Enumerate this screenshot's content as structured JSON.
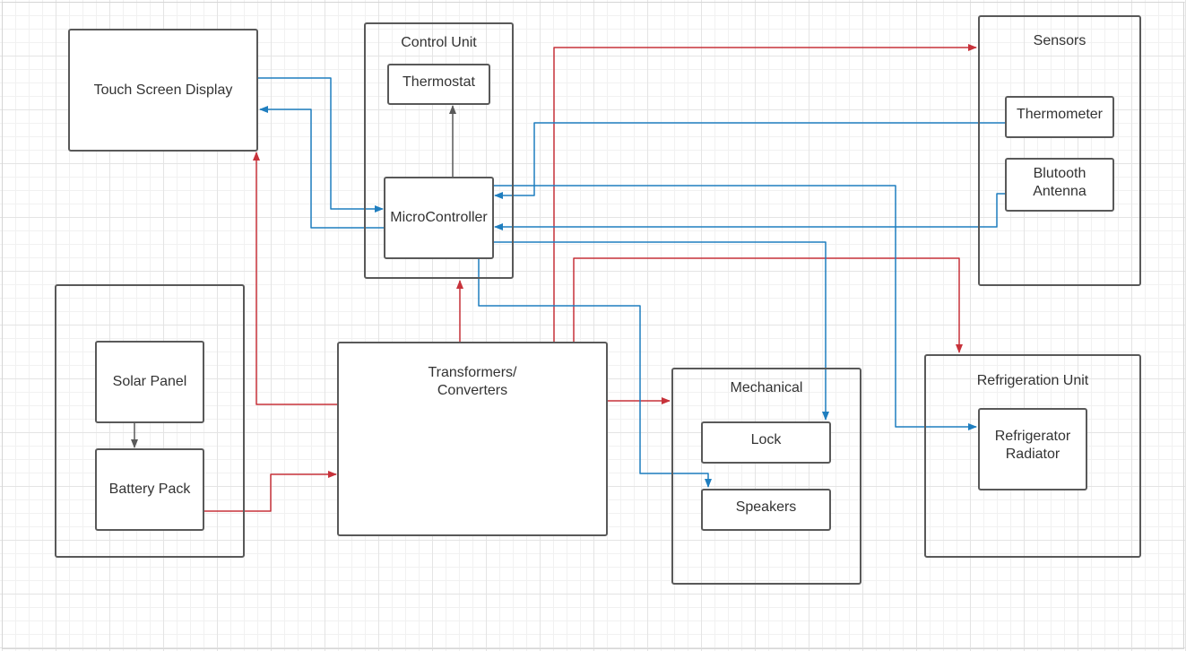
{
  "diagram": {
    "colors": {
      "power": "#c7323a",
      "data": "#1f7ebf",
      "internal": "#595959",
      "border": "#595959"
    },
    "nodes": {
      "touch_screen": "Touch Screen Display",
      "control_unit": "Control Unit",
      "thermostat": "Thermostat",
      "microcontroller": "MicroController",
      "sensors": "Sensors",
      "thermometer": "Thermometer",
      "bluetooth": "Blutooth\nAntenna",
      "solar_panel": "Solar Panel",
      "battery_pack": "Battery Pack",
      "transformers": "Transformers/\nConverters",
      "mechanical": "Mechanical",
      "lock": "Lock",
      "speakers": "Speakers",
      "refrigeration_unit": "Refrigeration Unit",
      "radiator": "Refrigerator\nRadiator"
    },
    "connections": [
      {
        "from": "microcontroller",
        "to": "thermostat",
        "type": "internal"
      },
      {
        "from": "solar_panel",
        "to": "battery_pack",
        "type": "internal"
      },
      {
        "from": "battery_pack",
        "to": "transformers",
        "type": "power"
      },
      {
        "from": "transformers",
        "to": "touch_screen",
        "type": "power"
      },
      {
        "from": "transformers",
        "to": "microcontroller",
        "type": "power"
      },
      {
        "from": "transformers",
        "to": "sensors",
        "type": "power"
      },
      {
        "from": "transformers",
        "to": "refrigeration_unit",
        "type": "power"
      },
      {
        "from": "transformers",
        "to": "mechanical",
        "type": "power"
      },
      {
        "from": "touch_screen",
        "to": "microcontroller",
        "type": "data"
      },
      {
        "from": "microcontroller",
        "to": "touch_screen",
        "type": "data"
      },
      {
        "from": "thermometer",
        "to": "microcontroller",
        "type": "data"
      },
      {
        "from": "bluetooth",
        "to": "microcontroller",
        "type": "data"
      },
      {
        "from": "microcontroller",
        "to": "radiator",
        "type": "data"
      },
      {
        "from": "microcontroller",
        "to": "lock",
        "type": "data"
      },
      {
        "from": "microcontroller",
        "to": "speakers",
        "type": "data"
      }
    ]
  }
}
